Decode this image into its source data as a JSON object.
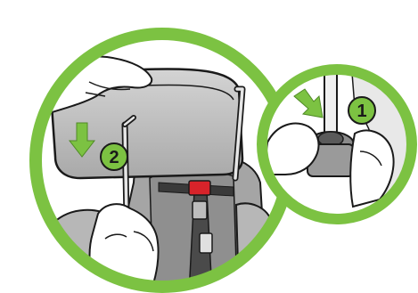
{
  "steps": [
    {
      "number": "1",
      "direction": "press",
      "marker": "arrow-right-down"
    },
    {
      "number": "2",
      "direction": "down",
      "marker": "arrow-down"
    }
  ],
  "colors": {
    "ring": "#7cc242",
    "step_badge": "#7cc242",
    "outline": "#1a1a1a",
    "headrest": "#c9c9c9",
    "buckle": "#d8232a"
  },
  "icons": [
    "arrow-down-icon",
    "arrow-press-icon",
    "release-button-icon",
    "buckle-icon"
  ]
}
